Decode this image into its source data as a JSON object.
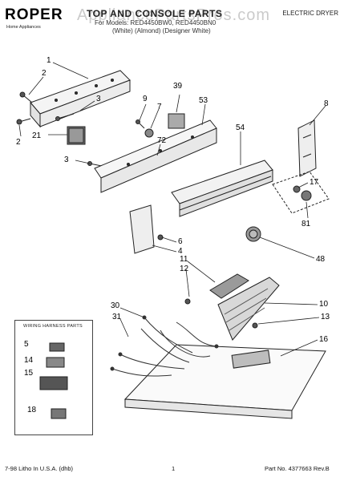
{
  "header": {
    "brand": "ROPER",
    "brand_sub": "Home Appliances",
    "title": "TOP AND CONSOLE PARTS",
    "model_line": "For Models: RED4450BW0, RED4450BN0",
    "variant_line": "(White)   (Almond) (Designer White)",
    "product_type": "ELECTRIC DRYER",
    "watermark": "AppliancePartsPros.com"
  },
  "legend": {
    "title": "WIRING HARNESS PARTS",
    "items": [
      "5",
      "14",
      "15",
      "18"
    ]
  },
  "callouts": [
    "1",
    "2",
    "3",
    "2",
    "21",
    "9",
    "7",
    "39",
    "53",
    "8",
    "72",
    "3",
    "54",
    "17",
    "81",
    "6",
    "4",
    "48",
    "11",
    "12",
    "30",
    "31",
    "10",
    "13",
    "16"
  ],
  "footer": {
    "print_info": "7-98 Litho In U.S.A. (dhb)",
    "page_number": "1",
    "part_number": "Part No. 4377663 Rev.B"
  }
}
